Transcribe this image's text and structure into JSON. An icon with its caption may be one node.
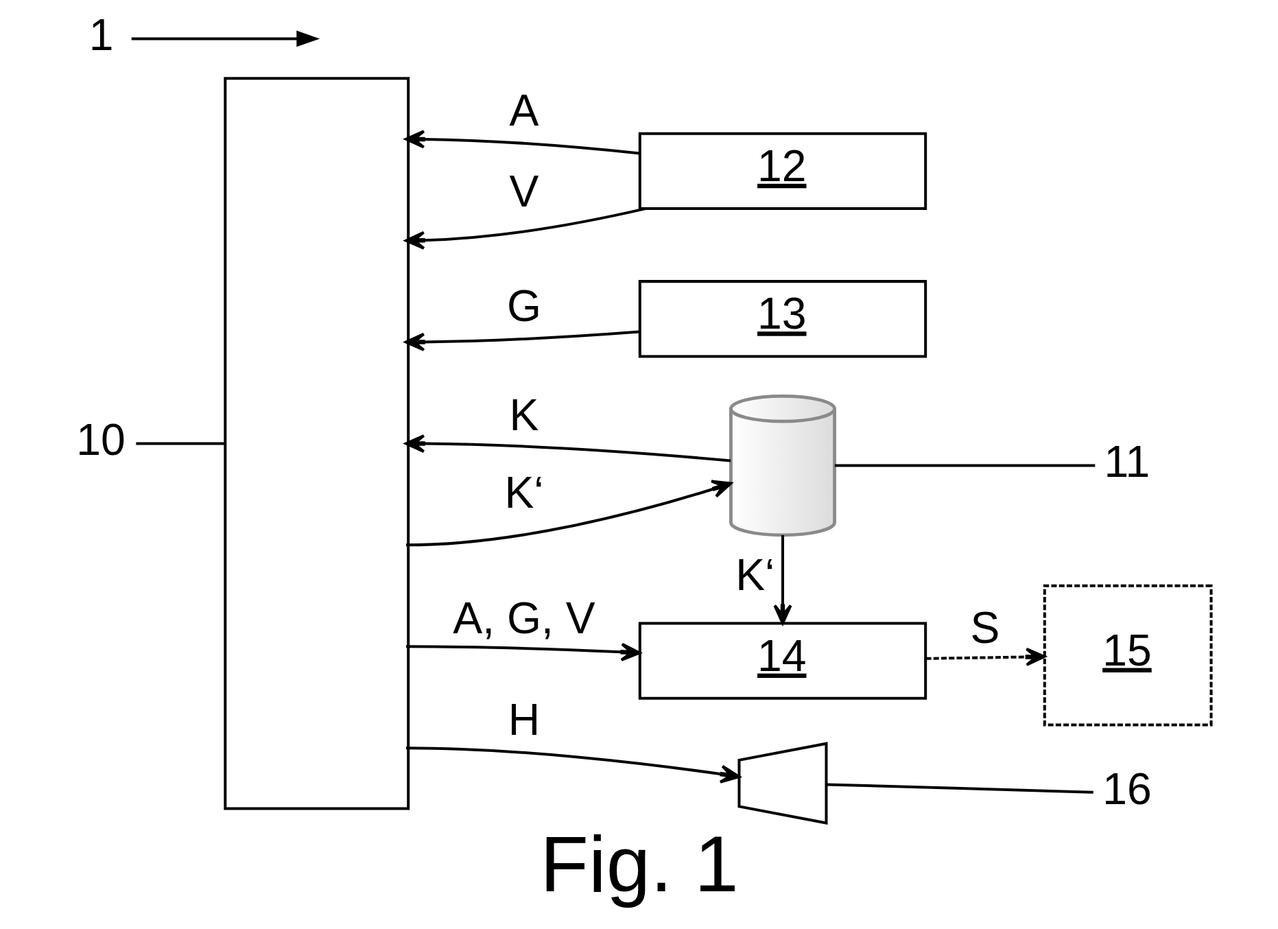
{
  "diagram": {
    "caption": "Fig. 1",
    "nodes": [
      {
        "text": [
          "1"
        ]
      },
      {
        "text": [],
        "shape": "box"
      },
      {
        "text": [
          "10"
        ]
      },
      {
        "text": [
          "12"
        ]
      },
      {
        "text": [
          "13"
        ]
      },
      {
        "text": [
          "11"
        ]
      },
      {
        "text": [],
        "shape": "cylinder"
      },
      {
        "text": [
          "14"
        ]
      },
      {
        "text": [
          "15"
        ]
      },
      {
        "text": [],
        "shape": "speaker"
      },
      {
        "text": [
          "16"
        ]
      }
    ],
    "edges": [
      {
        "from": 0,
        "to": null,
        "arrow": "to"
      },
      {
        "from": 2,
        "to": 1,
        "arrow": "none"
      },
      {
        "from": 3,
        "to": 1,
        "arrow": "to",
        "label": "A"
      },
      {
        "from": 3,
        "to": 1,
        "arrow": "to",
        "label": "V"
      },
      {
        "from": 4,
        "to": 1,
        "arrow": "to",
        "label": "G"
      },
      {
        "from": 5,
        "to": 6,
        "arrow": "none"
      },
      {
        "from": 6,
        "to": 1,
        "arrow": "to",
        "label": "K"
      },
      {
        "from": 1,
        "to": 6,
        "arrow": "to",
        "label": "K‘"
      },
      {
        "from": 6,
        "to": 7,
        "arrow": "to",
        "label": "K‘"
      },
      {
        "from": 1,
        "to": 7,
        "arrow": "to",
        "label": "A, G, V"
      },
      {
        "from": 7,
        "to": 8,
        "arrow": "to",
        "label": "S",
        "style": "dashed"
      },
      {
        "from": 1,
        "to": 9,
        "arrow": "to",
        "label": "H"
      },
      {
        "from": 10,
        "to": 9,
        "arrow": "none"
      }
    ]
  }
}
